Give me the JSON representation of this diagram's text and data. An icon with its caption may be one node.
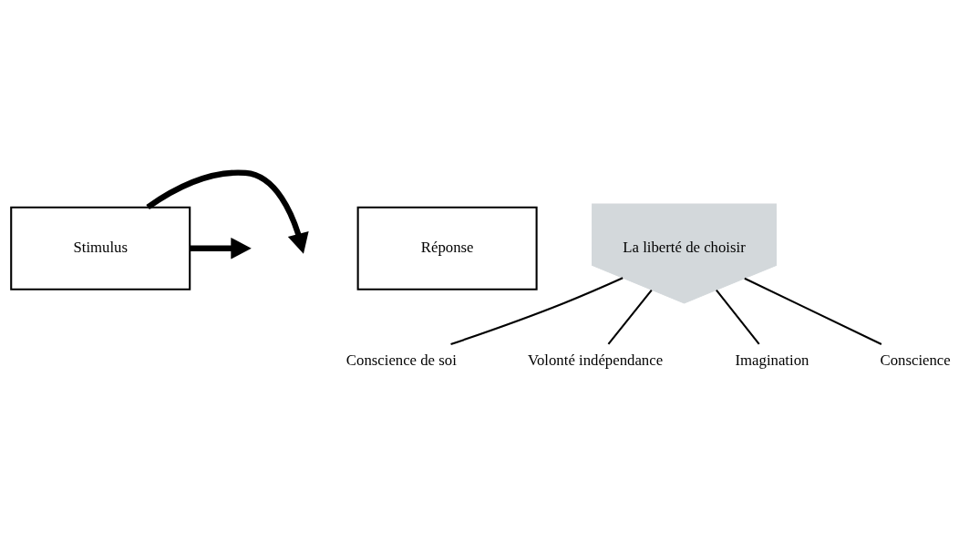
{
  "diagram": {
    "nodes": [
      {
        "text": [
          "Stimulus"
        ]
      },
      {
        "text": [
          "Réponse"
        ]
      },
      {
        "text": [
          "La liberté de choisir"
        ]
      },
      {
        "text": [
          "Conscience de soi"
        ]
      },
      {
        "text": [
          "Volonté indépendance"
        ]
      },
      {
        "text": [
          "Imagination"
        ]
      },
      {
        "text": [
          "Conscience"
        ]
      }
    ],
    "edges": [
      {
        "from": 0,
        "to": null,
        "arrow": "to",
        "style": "thick"
      },
      {
        "from": 0,
        "to": null,
        "arrow": "to",
        "style": "thick"
      },
      {
        "from": 2,
        "to": 3,
        "arrow": "none"
      },
      {
        "from": 2,
        "to": 4,
        "arrow": "none"
      },
      {
        "from": 2,
        "to": 5,
        "arrow": "none"
      },
      {
        "from": 2,
        "to": 6,
        "arrow": "none"
      }
    ]
  }
}
